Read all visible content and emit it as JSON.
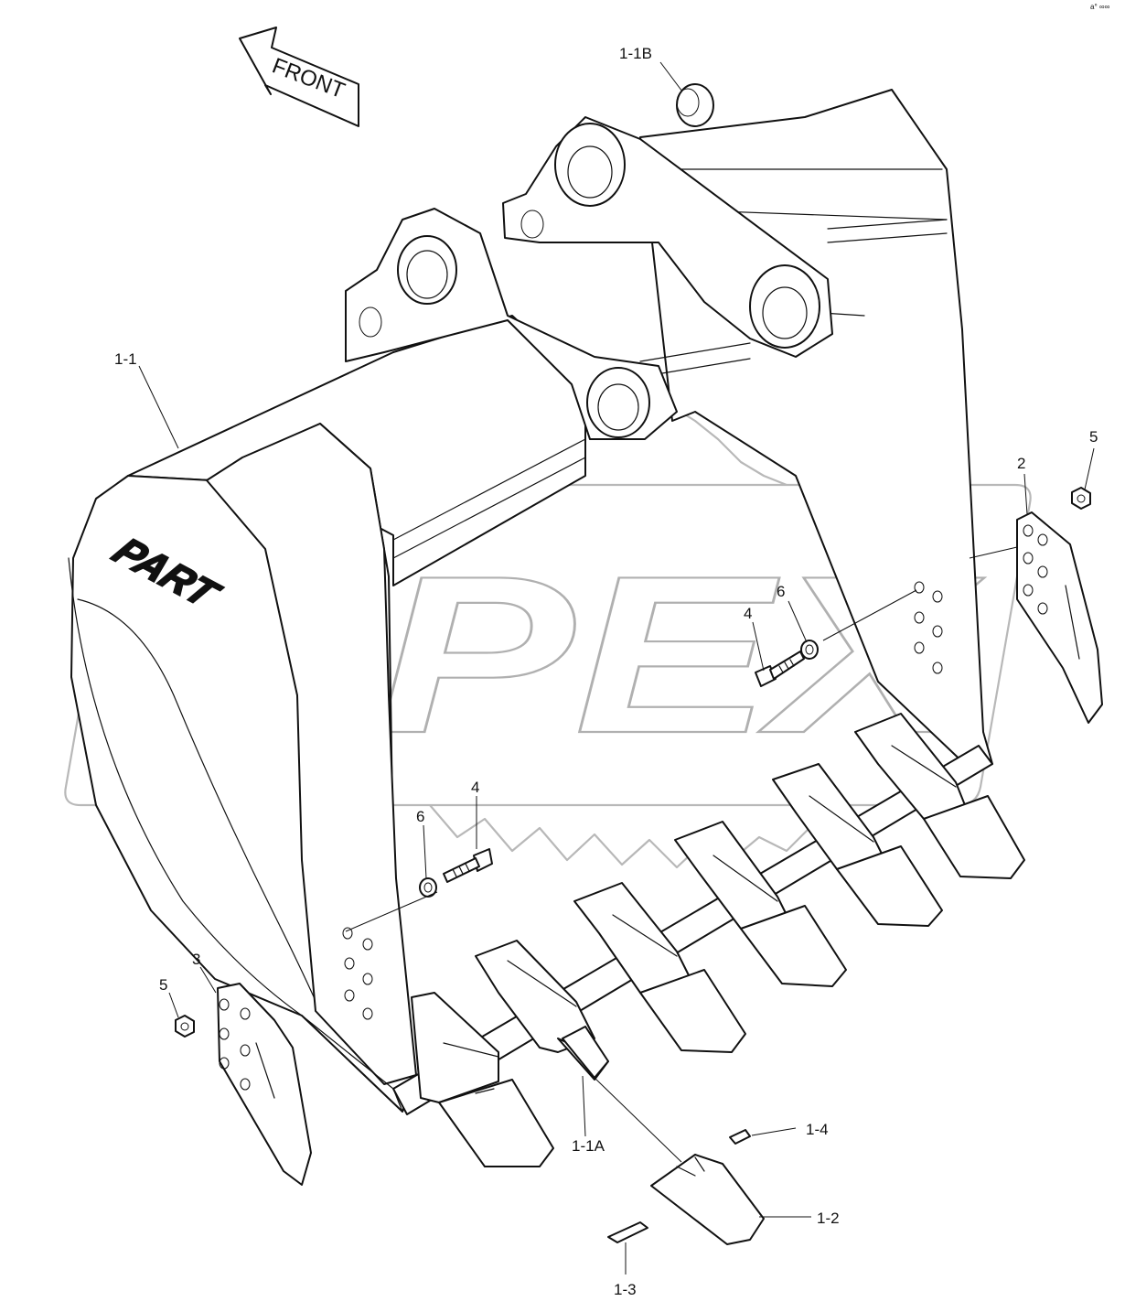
{
  "front_arrow": {
    "label": "FRONT"
  },
  "watermark": {
    "text": "OPEX"
  },
  "brand_mark": {
    "text": "PART"
  },
  "corner_mark": "a° ∞∞",
  "callouts": [
    {
      "id": "c-1-1b",
      "label": "1-1B"
    },
    {
      "id": "c-1-1",
      "label": "1-1"
    },
    {
      "id": "c-2",
      "label": "2"
    },
    {
      "id": "c-5-right",
      "label": "5"
    },
    {
      "id": "c-6-right",
      "label": "6"
    },
    {
      "id": "c-4-right",
      "label": "4"
    },
    {
      "id": "c-4-left",
      "label": "4"
    },
    {
      "id": "c-6-left",
      "label": "6"
    },
    {
      "id": "c-3",
      "label": "3"
    },
    {
      "id": "c-5-left",
      "label": "5"
    },
    {
      "id": "c-1-1a",
      "label": "1-1A"
    },
    {
      "id": "c-1-4",
      "label": "1-4"
    },
    {
      "id": "c-1-2",
      "label": "1-2"
    },
    {
      "id": "c-1-3",
      "label": "1-3"
    }
  ]
}
